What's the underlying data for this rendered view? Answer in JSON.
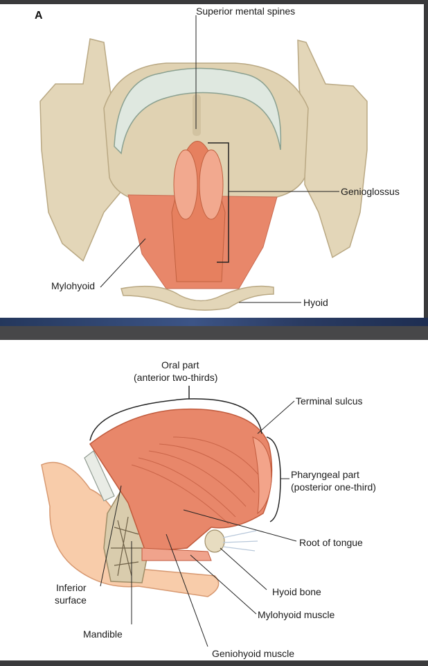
{
  "panel_a": {
    "letter": "A",
    "labels": {
      "superior_mental_spines": "Superior mental spines",
      "genioglossus": "Genioglossus",
      "mylohyoid": "Mylohyoid",
      "hyoid": "Hyoid"
    }
  },
  "panel_b": {
    "labels": {
      "oral_part_line1": "Oral part",
      "oral_part_line2": "(anterior two-thirds)",
      "terminal_sulcus": "Terminal sulcus",
      "pharyngeal_part_line1": "Pharyngeal part",
      "pharyngeal_part_line2": "(posterior one-third)",
      "root_of_tongue": "Root of tongue",
      "inferior_surface_line1": "Inferior",
      "inferior_surface_line2": "surface",
      "hyoid_bone": "Hyoid bone",
      "mylohyoid_muscle": "Mylohyoid muscle",
      "mandible": "Mandible",
      "geniohyoid_muscle": "Geniohyoid muscle"
    }
  },
  "colors": {
    "bone": "#e3d6b8",
    "bone_shadow": "#c9b994",
    "muscle": "#e8876a",
    "muscle_light": "#f2a98f",
    "tooth": "#dfe8e0",
    "background": "#ffffff"
  }
}
